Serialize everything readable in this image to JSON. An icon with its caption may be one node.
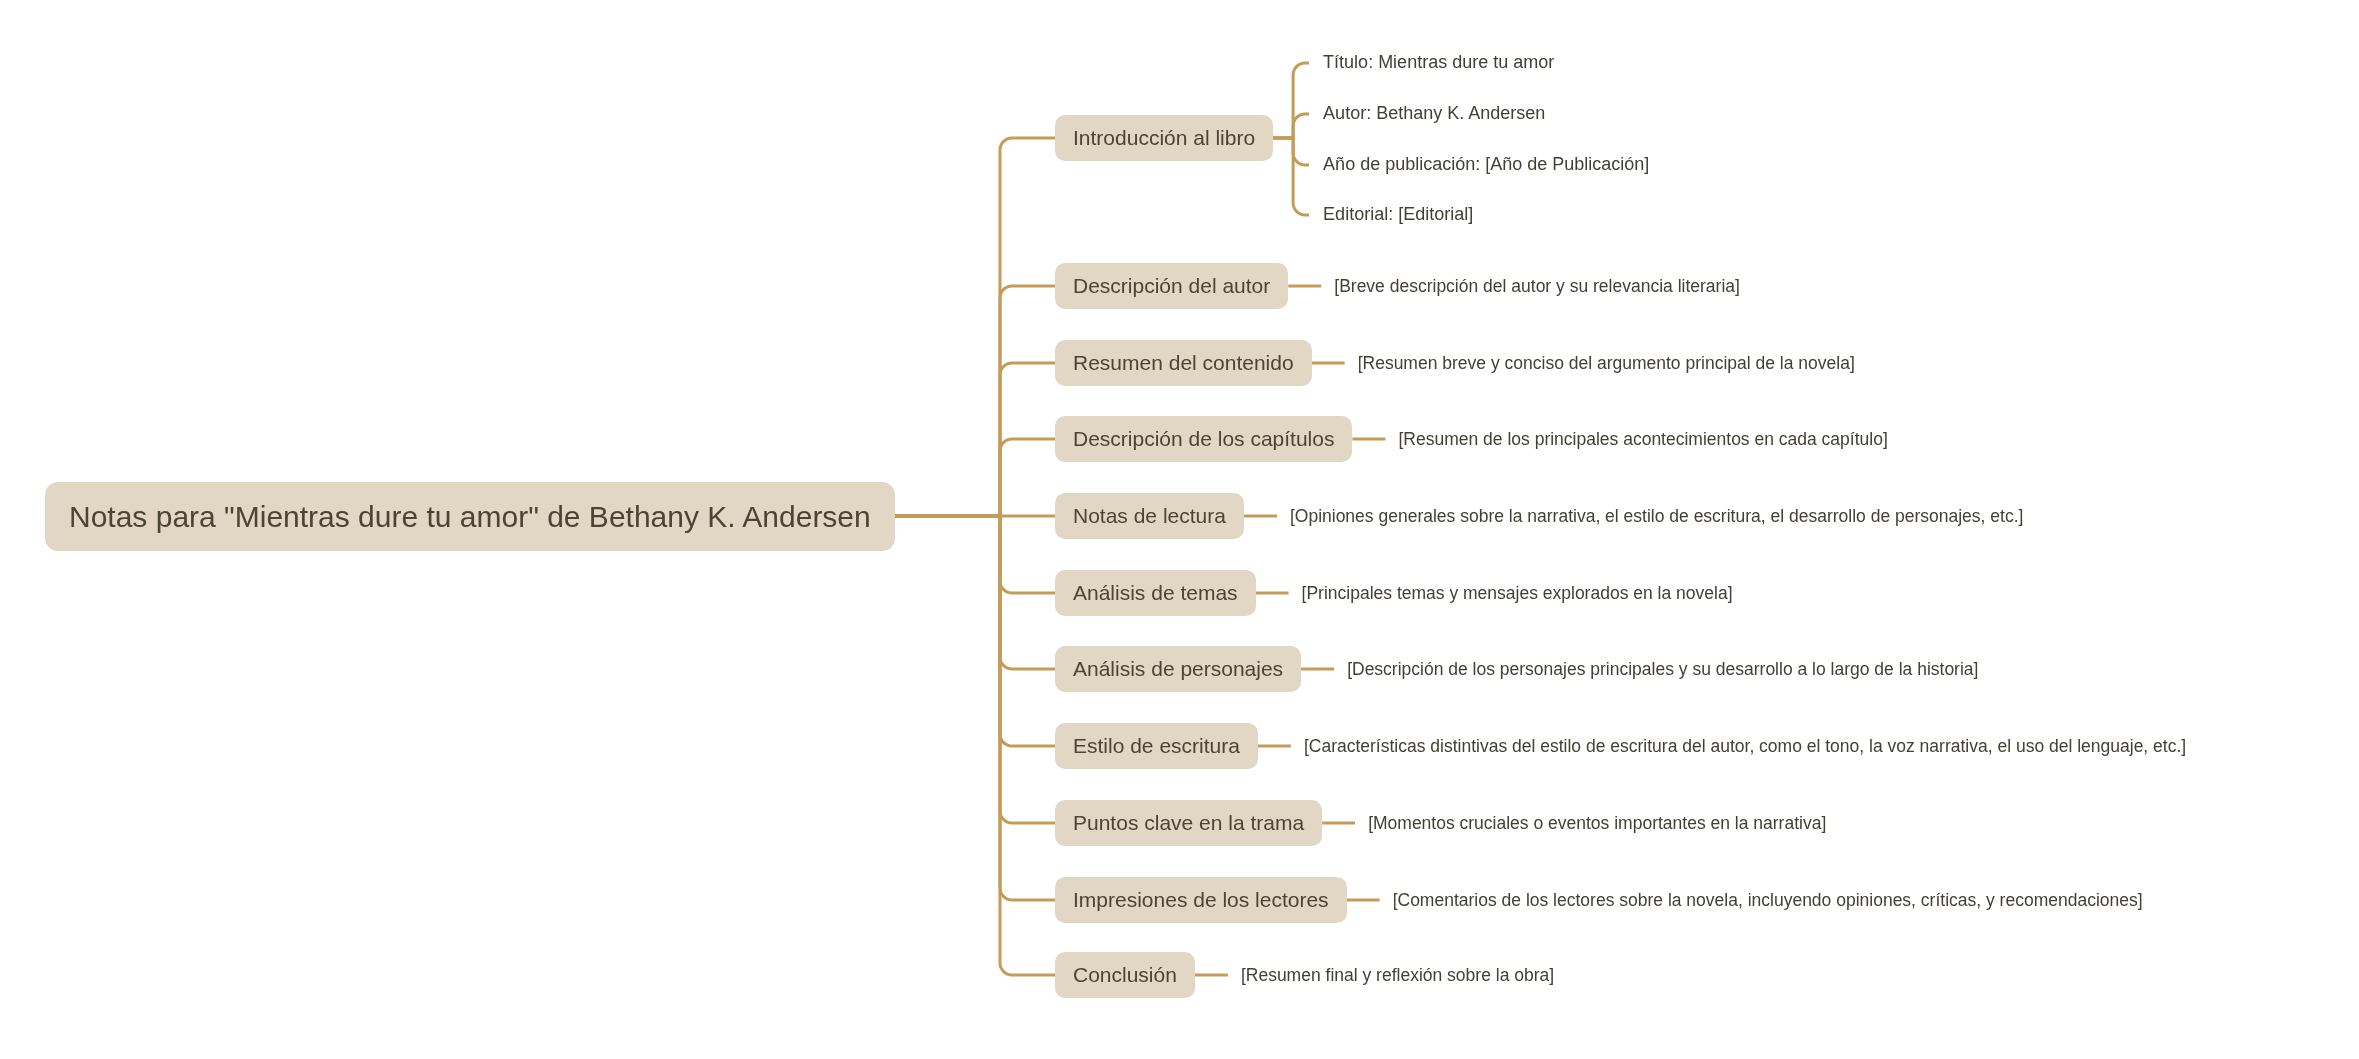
{
  "diagram": {
    "nodes": [
      {
        "text": [
          "Notas para \"Mientras dure tu amor\" de Bethany K. Andersen"
        ]
      },
      {
        "text": [
          "Introducción al libro"
        ]
      },
      {
        "text": [
          "Título: Mientras dure tu amor"
        ]
      },
      {
        "text": [
          "Autor: Bethany K. Andersen"
        ]
      },
      {
        "text": [
          "Año de publicación: [Año de Publicación]"
        ]
      },
      {
        "text": [
          "Editorial: [Editorial]"
        ]
      },
      {
        "text": [
          "Descripción del autor"
        ]
      },
      {
        "text": [
          "[Breve descripción del autor y su relevancia literaria]"
        ]
      },
      {
        "text": [
          "Resumen del contenido"
        ]
      },
      {
        "text": [
          "[Resumen breve y conciso del argumento principal de la novela]"
        ]
      },
      {
        "text": [
          "Descripción de los capítulos"
        ]
      },
      {
        "text": [
          "[Resumen de los principales acontecimientos en cada capítulo]"
        ]
      },
      {
        "text": [
          "Notas de lectura"
        ]
      },
      {
        "text": [
          "[Opiniones generales sobre la narrativa, el estilo de escritura, el desarrollo de personajes, etc.]"
        ]
      },
      {
        "text": [
          "Análisis de temas"
        ]
      },
      {
        "text": [
          "[Principales temas y mensajes explorados en la novela]"
        ]
      },
      {
        "text": [
          "Análisis de personajes"
        ]
      },
      {
        "text": [
          "[Descripción de los personajes principales y su desarrollo a lo largo de la historia]"
        ]
      },
      {
        "text": [
          "Estilo de escritura"
        ]
      },
      {
        "text": [
          "[Características distintivas del estilo de escritura del autor, como el tono, la voz narrativa, el uso del lenguaje, etc.]"
        ]
      },
      {
        "text": [
          "Puntos clave en la trama"
        ]
      },
      {
        "text": [
          "[Momentos cruciales o eventos importantes en la narrativa]"
        ]
      },
      {
        "text": [
          "Impresiones de los lectores"
        ]
      },
      {
        "text": [
          "[Comentarios de los lectores sobre la novela, incluyendo opiniones, críticas, y recomendaciones]"
        ]
      },
      {
        "text": [
          "Conclusión"
        ]
      },
      {
        "text": [
          "[Resumen final y reflexión sobre la obra]"
        ]
      }
    ],
    "edges": [
      {
        "from": 0,
        "to": 1,
        "arrow": "none"
      },
      {
        "from": 1,
        "to": 2,
        "arrow": "none"
      },
      {
        "from": 1,
        "to": 3,
        "arrow": "none"
      },
      {
        "from": 1,
        "to": 4,
        "arrow": "none"
      },
      {
        "from": 1,
        "to": 5,
        "arrow": "none"
      },
      {
        "from": 0,
        "to": 6,
        "arrow": "none"
      },
      {
        "from": 6,
        "to": 7,
        "arrow": "none"
      },
      {
        "from": 0,
        "to": 8,
        "arrow": "none"
      },
      {
        "from": 8,
        "to": 9,
        "arrow": "none"
      },
      {
        "from": 0,
        "to": 10,
        "arrow": "none"
      },
      {
        "from": 10,
        "to": 11,
        "arrow": "none"
      },
      {
        "from": 0,
        "to": 12,
        "arrow": "none"
      },
      {
        "from": 12,
        "to": 13,
        "arrow": "none"
      },
      {
        "from": 0,
        "to": 14,
        "arrow": "none"
      },
      {
        "from": 14,
        "to": 15,
        "arrow": "none"
      },
      {
        "from": 0,
        "to": 16,
        "arrow": "none"
      },
      {
        "from": 16,
        "to": 17,
        "arrow": "none"
      },
      {
        "from": 0,
        "to": 18,
        "arrow": "none"
      },
      {
        "from": 18,
        "to": 19,
        "arrow": "none"
      },
      {
        "from": 0,
        "to": 20,
        "arrow": "none"
      },
      {
        "from": 20,
        "to": 21,
        "arrow": "none"
      },
      {
        "from": 0,
        "to": 22,
        "arrow": "none"
      },
      {
        "from": 22,
        "to": 23,
        "arrow": "none"
      },
      {
        "from": 0,
        "to": 24,
        "arrow": "none"
      },
      {
        "from": 24,
        "to": 25,
        "arrow": "none"
      }
    ]
  }
}
